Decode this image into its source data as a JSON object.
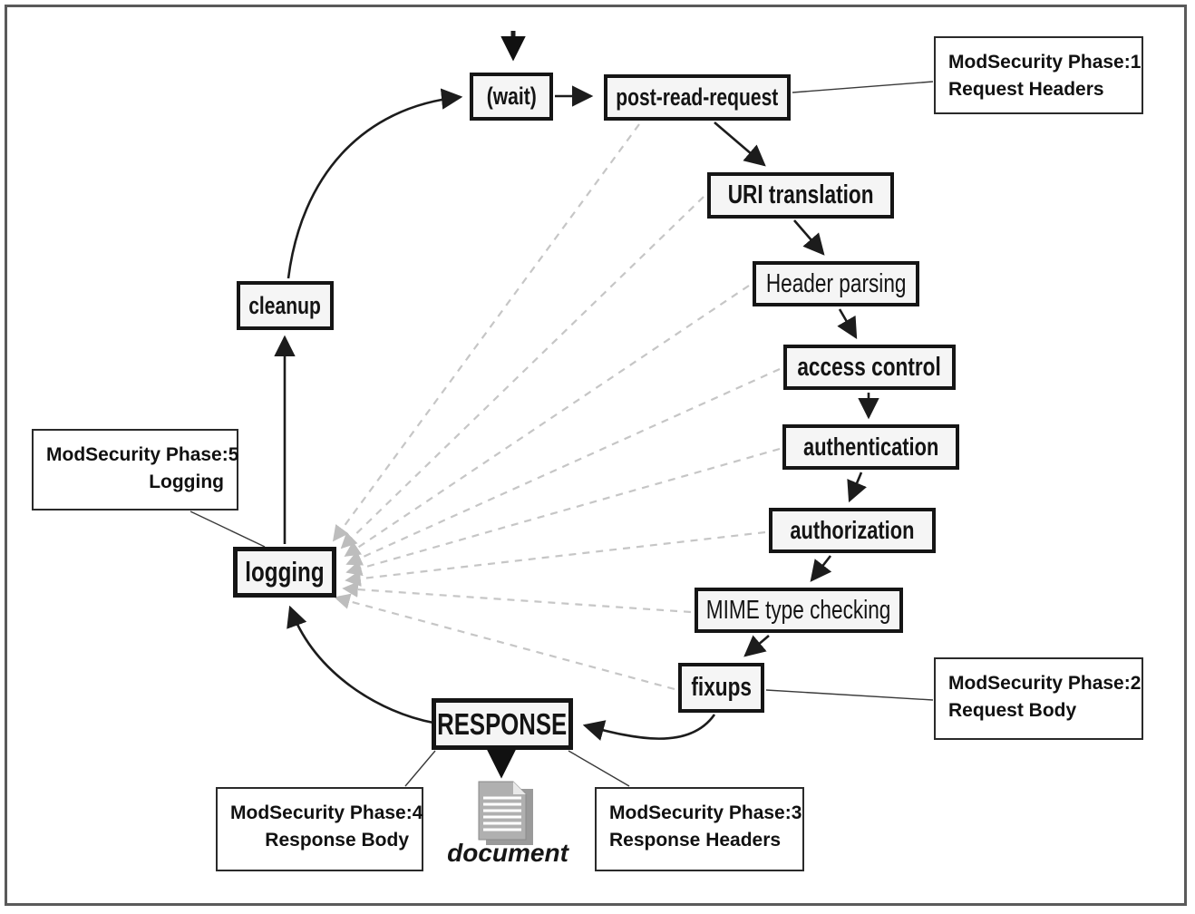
{
  "nodes": {
    "wait": "(wait)",
    "post_read_request": "post-read-request",
    "uri_translation": "URI translation",
    "header_parsing": "Header parsing",
    "access_control": "access control",
    "authentication": "authentication",
    "authorization": "authorization",
    "mime_type_checking": "MIME type checking",
    "fixups": "fixups",
    "response": "RESPONSE",
    "logging": "logging",
    "cleanup": "cleanup"
  },
  "annotations": {
    "phase1": {
      "line1": "ModSecurity Phase:1",
      "line2": "Request Headers"
    },
    "phase2": {
      "line1": "ModSecurity Phase:2",
      "line2": "Request Body"
    },
    "phase3": {
      "line1": "ModSecurity Phase:3",
      "line2": "Response Headers"
    },
    "phase4": {
      "line1": "ModSecurity Phase:4",
      "line2": "Response Body"
    },
    "phase5": {
      "line1": "ModSecurity Phase:5",
      "line2": "Logging"
    }
  },
  "document": {
    "label": "document",
    "icon": "document-icon"
  },
  "flow": [
    "(wait)",
    "post-read-request",
    "URI translation",
    "Header parsing",
    "access control",
    "authentication",
    "authorization",
    "MIME type checking",
    "fixups",
    "RESPONSE",
    "logging",
    "cleanup",
    "(wait)"
  ],
  "logging_feeds": [
    "post-read-request",
    "URI translation",
    "Header parsing",
    "access control",
    "authentication",
    "authorization",
    "MIME type checking",
    "fixups"
  ],
  "colors": {
    "node_border": "#151515",
    "node_fill": "#f5f5f5",
    "solid_arrow": "#1c1c1c",
    "dashed_arrow": "#c2c2c2",
    "annotation_border": "#2a2a2a",
    "frame_border": "#5a5a5a"
  }
}
